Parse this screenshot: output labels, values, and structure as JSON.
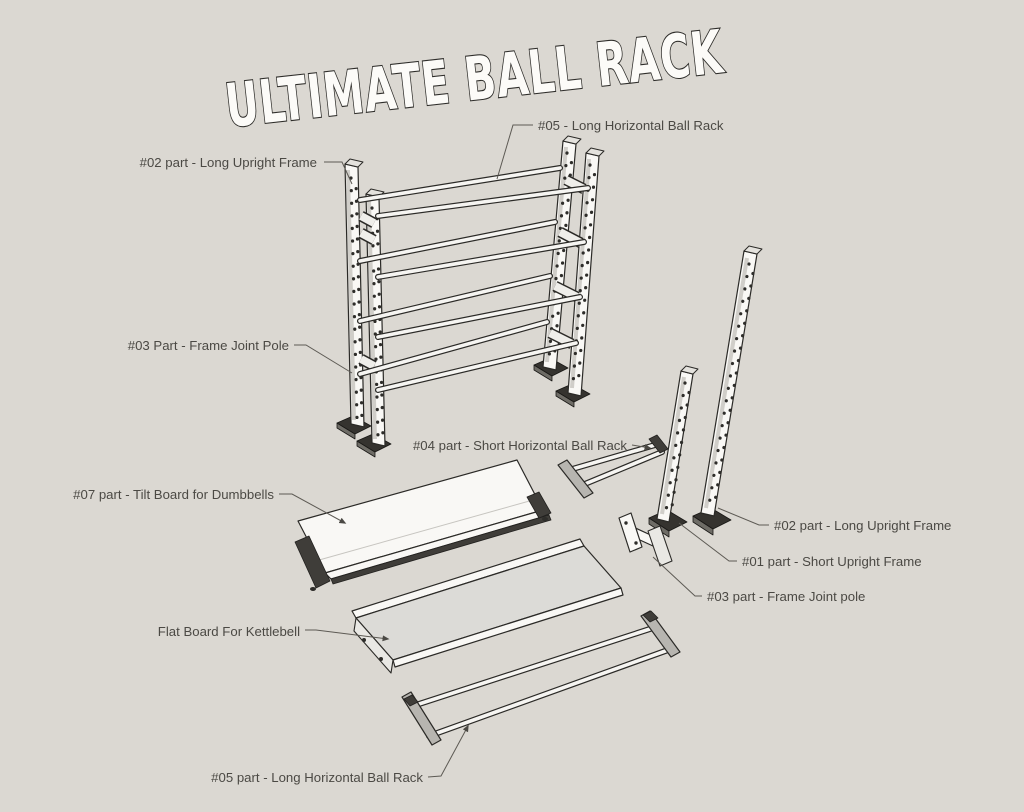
{
  "title": "ULTIMATE BALL RACK",
  "colors": {
    "background": "#dbd8d2",
    "part_fill": "#f9f8f5",
    "outline": "#2b2a27",
    "label_text": "#4b4944",
    "leader_line": "#5d5a54"
  },
  "callouts": {
    "long_rack_top": "#05 - Long Horizontal Ball Rack",
    "long_upright_left": "#02 part - Long Upright Frame",
    "frame_joint_left": "#03 Part - Frame Joint Pole",
    "short_rack": "#04 part - Short Horizontal Ball Rack",
    "tilt_board": "#07 part - Tilt Board for Dumbbells",
    "long_upright_right": "#02 part - Long Upright Frame",
    "short_upright": "#01 part - Short Upright Frame",
    "frame_joint_right": "#03 part - Frame Joint pole",
    "flat_board": "Flat Board For Kettlebell",
    "long_rack_bottom": "#05 part - Long Horizontal Ball Rack"
  }
}
